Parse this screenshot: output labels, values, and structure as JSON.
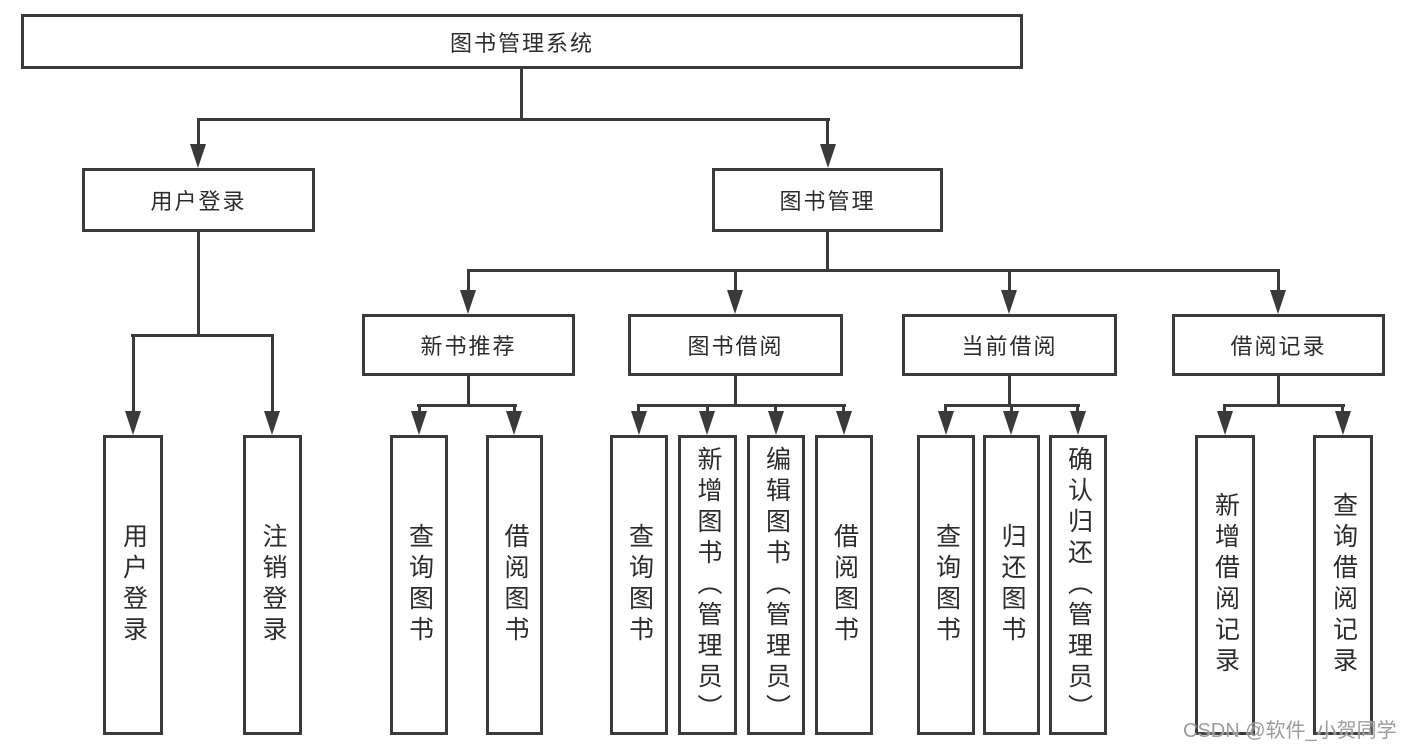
{
  "colors": {
    "line": "#3a3a3a",
    "text": "#2c2c2c",
    "background": "#ffffff",
    "watermark": "#9c9c9c"
  },
  "watermark": {
    "text": "CSDN @软件_小贺同学"
  },
  "tree": {
    "label": "图书管理系统",
    "children": [
      {
        "label": "用户登录",
        "children": [
          {
            "label": "用户登录"
          },
          {
            "label": "注销登录"
          }
        ]
      },
      {
        "label": "图书管理",
        "children": [
          {
            "label": "新书推荐",
            "children": [
              {
                "label": "查询图书"
              },
              {
                "label": "借阅图书"
              }
            ]
          },
          {
            "label": "图书借阅",
            "children": [
              {
                "label": "查询图书"
              },
              {
                "label": "新增图书（管理员）"
              },
              {
                "label": "编辑图书（管理员）"
              },
              {
                "label": "借阅图书"
              }
            ]
          },
          {
            "label": "当前借阅",
            "children": [
              {
                "label": "查询图书"
              },
              {
                "label": "归还图书"
              },
              {
                "label": "确认归还（管理员）"
              }
            ]
          },
          {
            "label": "借阅记录",
            "children": [
              {
                "label": "新增借阅记录"
              },
              {
                "label": "查询借阅记录"
              }
            ]
          }
        ]
      }
    ]
  }
}
